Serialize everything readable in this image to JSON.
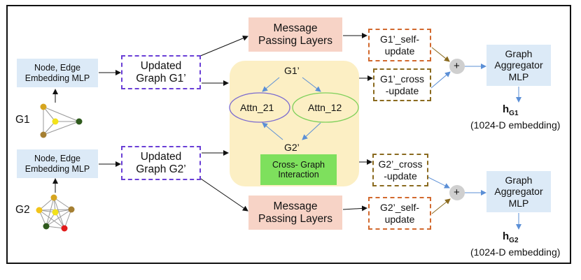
{
  "g1": {
    "label": "G1",
    "embed": [
      "Node, Edge",
      "Embedding MLP"
    ],
    "updated": [
      "Updated",
      "Graph G1’"
    ],
    "mpl": [
      "Message",
      "Passing Layers"
    ],
    "self_update": [
      "G1’_self-",
      "update"
    ],
    "cross_update": [
      "G1’_cross",
      "-update"
    ],
    "aggregator": [
      "Graph",
      "Aggregator",
      "MLP"
    ],
    "h": "h",
    "h_sub": "G1",
    "dim": "(1024-D embedding)"
  },
  "g2": {
    "label": "G2",
    "embed": [
      "Node, Edge",
      "Embedding MLP"
    ],
    "updated": [
      "Updated",
      "Graph G2’"
    ],
    "mpl": [
      "Message",
      "Passing Layers"
    ],
    "self_update": [
      "G2’_self-",
      "update"
    ],
    "cross_update": [
      "G2’_cross",
      "-update"
    ],
    "aggregator": [
      "Graph",
      "Aggregator",
      "MLP"
    ],
    "h": "h",
    "h_sub": "G2",
    "dim": "(1024-D embedding)"
  },
  "cross": {
    "g1_node": "G1’",
    "g2_node": "G2’",
    "attn21": "Attn_21",
    "attn12": "Attn_12",
    "label": [
      "Cross- Graph",
      "Interaction"
    ]
  },
  "plus": "+",
  "colors": {
    "blue_box": "#dceaf7",
    "pink_box": "#f7d3c6",
    "cross_bg": "#fcefc4",
    "green_box": "#7ee05d",
    "purple_dash": "#6a3fd6",
    "red_dash": "#d2692e",
    "brown_dash": "#8a6a1f",
    "arrow_blue": "#5b8fd6"
  }
}
